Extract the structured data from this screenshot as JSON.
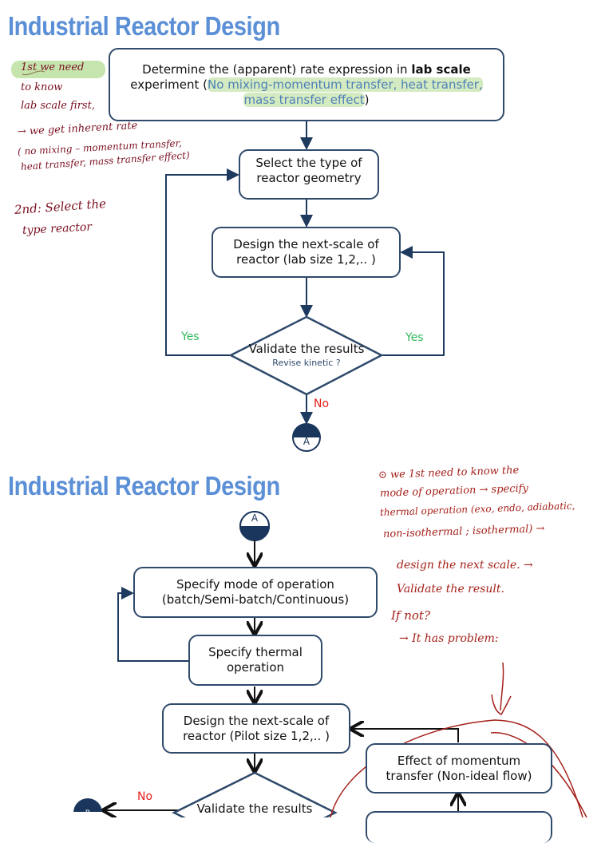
{
  "slide1": {
    "title": "Industrial Reactor Design",
    "box_rate": {
      "line1_prefix": "Determine the (apparent) rate expression in ",
      "line1_bold": "lab scale",
      "line2_prefix": "experiment (",
      "highlight_text": "No mixing-momentum transfer, heat transfer,",
      "line3_highlight": "mass transfer effect",
      "line3_suffix": ")"
    },
    "box_geometry": {
      "line1": "Select the type of",
      "line2": "reactor geometry"
    },
    "box_design_lab": {
      "line1": "Design the next-scale of",
      "line2": "reactor (lab size 1,2,.. )"
    },
    "diamond": {
      "main": "Validate the results",
      "sub": "Revise kinetic ?"
    },
    "yes_left": "Yes",
    "yes_right": "Yes",
    "no_label": "No",
    "connector": "A",
    "notes": {
      "n1": "1st we need",
      "n2": "to know",
      "n3": "lab scale first,",
      "n4": "→ we get inherent rate",
      "n5": "( no mixing – momentum transfer,",
      "n6": "heat transfer, mass transfer effect)",
      "n7": "2nd: Select the",
      "n8": "type reactor"
    }
  },
  "slide2": {
    "title": "Industrial Reactor Design",
    "connector_top": "A",
    "box_mode": {
      "line1": "Specify mode of operation",
      "line2": "(batch/Semi-batch/Continuous)"
    },
    "box_thermal": {
      "line1": "Specify thermal",
      "line2": "operation"
    },
    "box_design_pilot": {
      "line1": "Design the next-scale of",
      "line2": "reactor (Pilot size 1,2,.. )"
    },
    "box_momentum": {
      "line1": "Effect of momentum",
      "line2": "transfer (Non-ideal flow)"
    },
    "diamond": {
      "main": "Validate the results"
    },
    "no_label": "No",
    "connector_bottom": "B",
    "notes": {
      "n1": "⊙ we 1st need to know the",
      "n2": "mode of operation → specify",
      "n3": "thermal operation (exo, endo, adiabatic,",
      "n4": "non-isothermal ; isothermal) →",
      "n5": "design the next scale. →",
      "n6": "Validate the result.",
      "n7": "If not?",
      "n8": "→ It has problem:"
    }
  }
}
